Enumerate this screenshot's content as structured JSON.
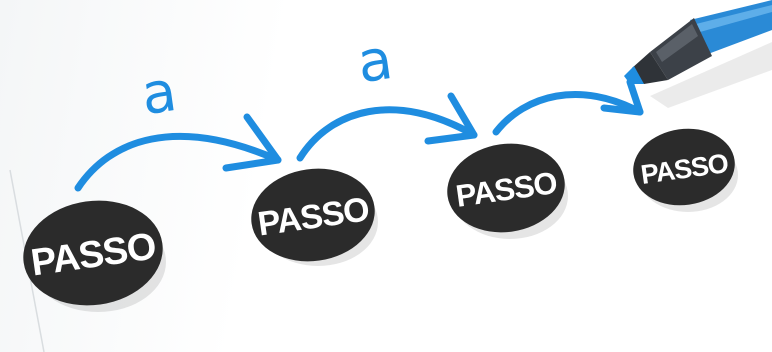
{
  "steps": [
    {
      "label": "PASSO"
    },
    {
      "label": "PASSO"
    },
    {
      "label": "PASSO"
    },
    {
      "label": "PASSO"
    }
  ],
  "connectors": [
    {
      "label": "a"
    },
    {
      "label": "a"
    }
  ],
  "colors": {
    "ink": "#1f8de0",
    "disc": "#2b2b2b",
    "disc_text": "#ffffff",
    "marker_body": "#3c4148",
    "marker_cap": "#2a8ad6"
  },
  "icons": {
    "pen": "marker-pen-icon"
  }
}
